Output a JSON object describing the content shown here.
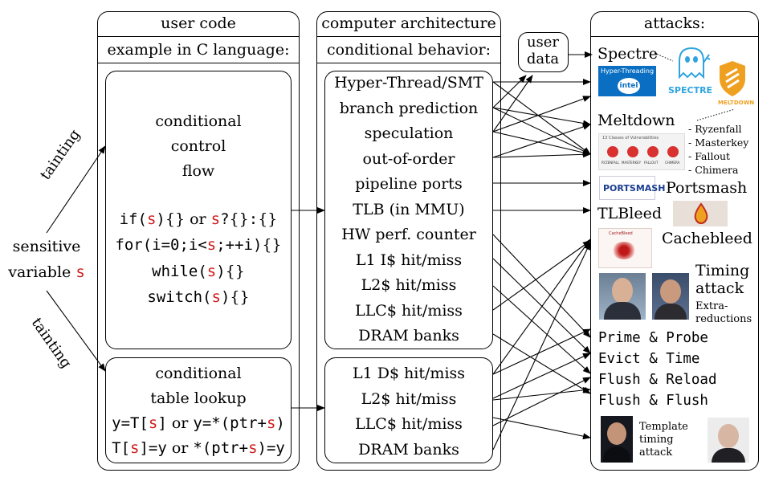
{
  "left": {
    "label_line1": "sensitive",
    "label_line2_text": "variable ",
    "label_line2_var": "s",
    "tainting_top": "tainting",
    "tainting_bottom": "tainting"
  },
  "user_code": {
    "title": "user code",
    "subtitle": "example in C language:",
    "flow": {
      "line1": "conditional",
      "line2": "control",
      "line3": "flow",
      "code": [
        {
          "parts": [
            [
              "if(",
              "m"
            ],
            [
              "s",
              "r"
            ],
            [
              ")",
              "m"
            ],
            [
              "{}",
              "s"
            ],
            [
              " or ",
              "s"
            ],
            [
              "s",
              "r"
            ],
            [
              "?",
              "m"
            ],
            [
              "{}",
              "s"
            ],
            [
              ":",
              "m"
            ],
            [
              "{}",
              "s"
            ]
          ]
        },
        {
          "parts": [
            [
              "for(i=0;i<",
              "m"
            ],
            [
              "s",
              "r"
            ],
            [
              ";++i)",
              "m"
            ],
            [
              "{}",
              "s"
            ]
          ]
        },
        {
          "parts": [
            [
              "while(",
              "m"
            ],
            [
              "s",
              "r"
            ],
            [
              ")",
              "m"
            ],
            [
              "{}",
              "s"
            ]
          ]
        },
        {
          "parts": [
            [
              "switch(",
              "m"
            ],
            [
              "s",
              "r"
            ],
            [
              ")",
              "m"
            ],
            [
              "{}",
              "s"
            ]
          ]
        }
      ]
    },
    "lookup": {
      "line1": "conditional",
      "line2": "table lookup",
      "code": [
        {
          "parts": [
            [
              "y=T[",
              "m"
            ],
            [
              "s",
              "r"
            ],
            [
              "]",
              "m"
            ],
            [
              " or ",
              "s"
            ],
            [
              "y=*(ptr+",
              "m"
            ],
            [
              "s",
              "r"
            ],
            [
              ")",
              "m"
            ]
          ]
        },
        {
          "parts": [
            [
              "T[",
              "m"
            ],
            [
              "s",
              "r"
            ],
            [
              "]=y",
              "m"
            ],
            [
              " or ",
              "s"
            ],
            [
              "*(ptr+",
              "m"
            ],
            [
              "s",
              "r"
            ],
            [
              ")=y",
              "m"
            ]
          ]
        }
      ]
    }
  },
  "arch": {
    "title": "computer architecture",
    "subtitle": "conditional behavior:",
    "group1": [
      "Hyper-Thread/SMT",
      "branch prediction",
      "speculation",
      "out-of-order",
      "pipeline ports",
      "TLB (in MMU)",
      "HW perf. counter",
      "L1 I$ hit/miss",
      "L2$ hit/miss",
      "LLC$ hit/miss",
      "DRAM banks"
    ],
    "group2": [
      "L1 D$ hit/miss",
      "L2$ hit/miss",
      "LLC$ hit/miss",
      "DRAM banks"
    ]
  },
  "user_data": {
    "line1": "user",
    "line2": "data"
  },
  "attacks": {
    "title": "attacks:",
    "spectre": "Spectre",
    "spectre_logo_text": "SPECTRE",
    "intel_badge_text": "Hyper-Threading",
    "intel_logo_text": "intel",
    "meltdown": "Meltdown",
    "meltdown_logo_text": "MELTDOWN",
    "amd_list": [
      "- Ryzenfall",
      "- Masterkey",
      "- Fallout",
      "- Chimera"
    ],
    "amd_img_caption": "13 Classes of Vulnerabilities",
    "amd_img_labels": [
      "RYZENFALL",
      "MASTERKEY",
      "FALLOUT",
      "CHIMERA"
    ],
    "portsmash": "Portsmash",
    "portsmash_logo_text": "PORTSMASH",
    "tlbleed": "TLBleed",
    "cachebleed": "Cachebleed",
    "cachebleed_img_text": "CacheBleed",
    "timing_line1": "Timing",
    "timing_line2": "attack",
    "extra_line1": "Extra-",
    "extra_line2": "reductions",
    "cache_attacks": [
      "Prime & Probe",
      "Evict & Time",
      "Flush & Reload",
      "Flush & Flush"
    ],
    "template_line1": "Template",
    "template_line2": "timing",
    "template_line3": "attack"
  },
  "colors": {
    "red": "#d01c1c",
    "intel_blue": "#0a6fc2",
    "spectre_blue": "#2fa4e0",
    "meltdown_orange": "#f0a020"
  }
}
